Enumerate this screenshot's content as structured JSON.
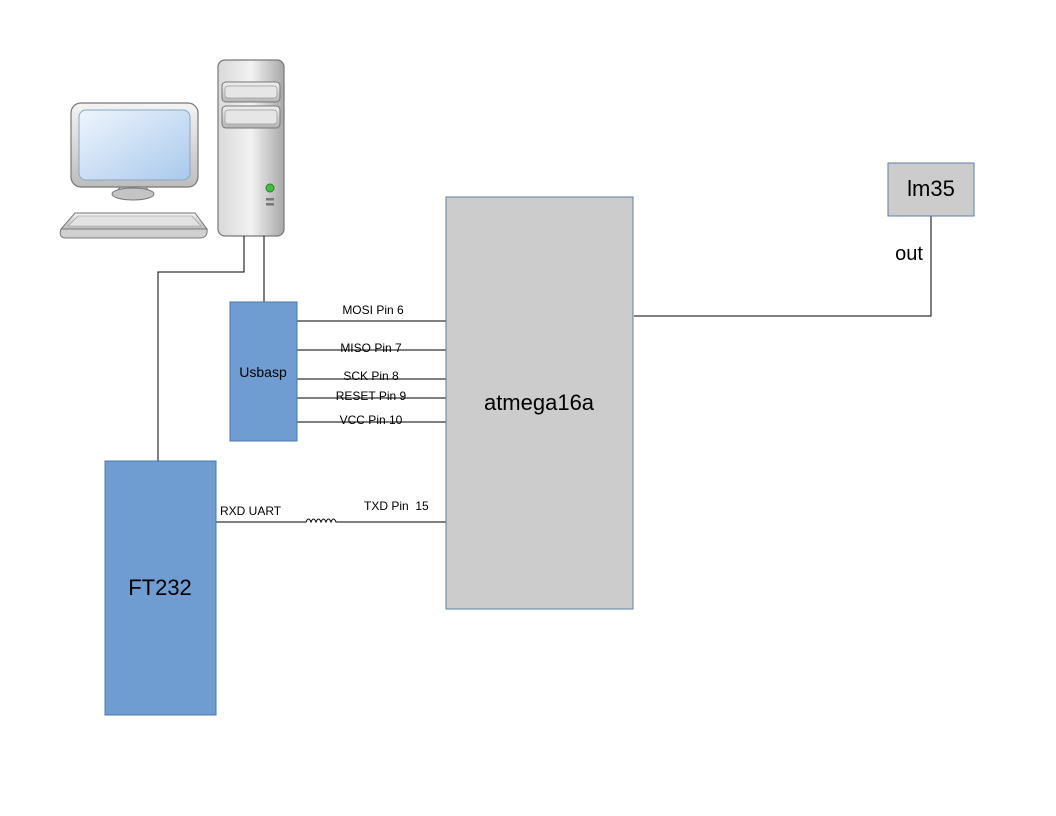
{
  "blocks": {
    "usbasp": "Usbasp",
    "ft232": "FT232",
    "mcu": "atmega16a",
    "sensor": "lm35"
  },
  "signals": {
    "mosi": "MOSI Pin 6",
    "miso": "MISO Pin 7",
    "sck": "SCK Pin 8",
    "reset": "RESET Pin 9",
    "vcc": "VCC Pin 10",
    "rxd": "RXD UART",
    "txd": "TXD Pin  15",
    "sensor_out": "out"
  },
  "colors": {
    "blue_block": "#6f9dd1",
    "blue_border": "#4a79b3",
    "gray_block": "#cccccc",
    "gray_border": "#5a7fa8",
    "wire": "#000000"
  },
  "icons": {
    "computer": "desktop-computer-icon",
    "tower": "pc-tower-icon"
  }
}
